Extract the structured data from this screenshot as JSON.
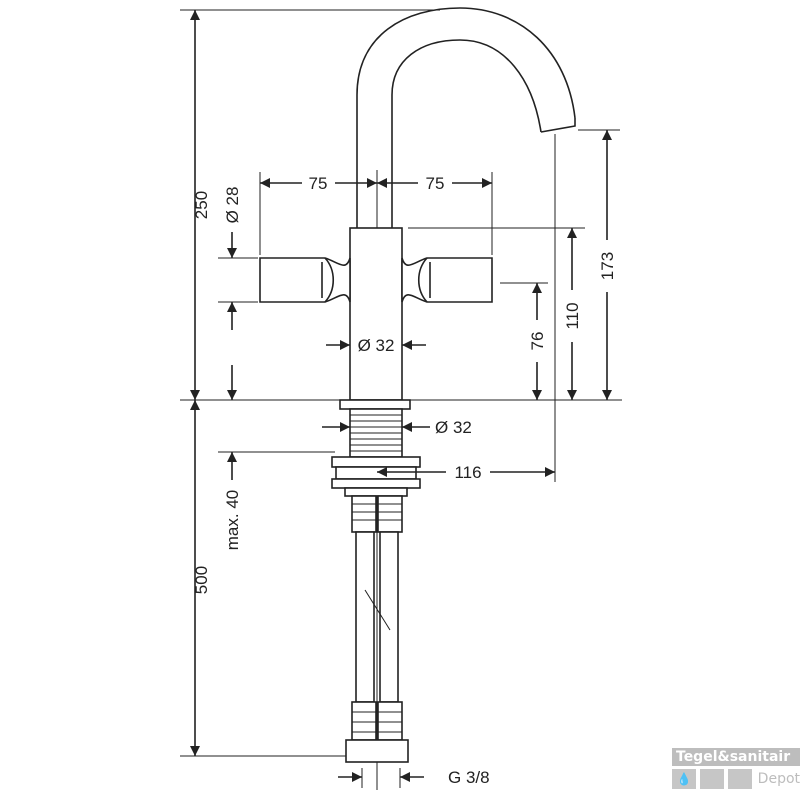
{
  "dimensions": {
    "total_height": "250",
    "handle_diameter": "Ø 28",
    "handle_reach_left": "75",
    "handle_reach_right": "75",
    "body_diameter": "Ø 32",
    "handle_height": "76",
    "body_height": "110",
    "spout_height": "173",
    "shank_diameter": "Ø 32",
    "spout_reach": "116",
    "max_deck_thickness": "max. 40",
    "hose_length": "500",
    "connection_thread": "G 3/8"
  },
  "watermark": {
    "brand": "Tegel&sanitair",
    "sub": "Depot"
  },
  "colors": {
    "line": "#222222",
    "watermark": "#bdbdbd"
  }
}
